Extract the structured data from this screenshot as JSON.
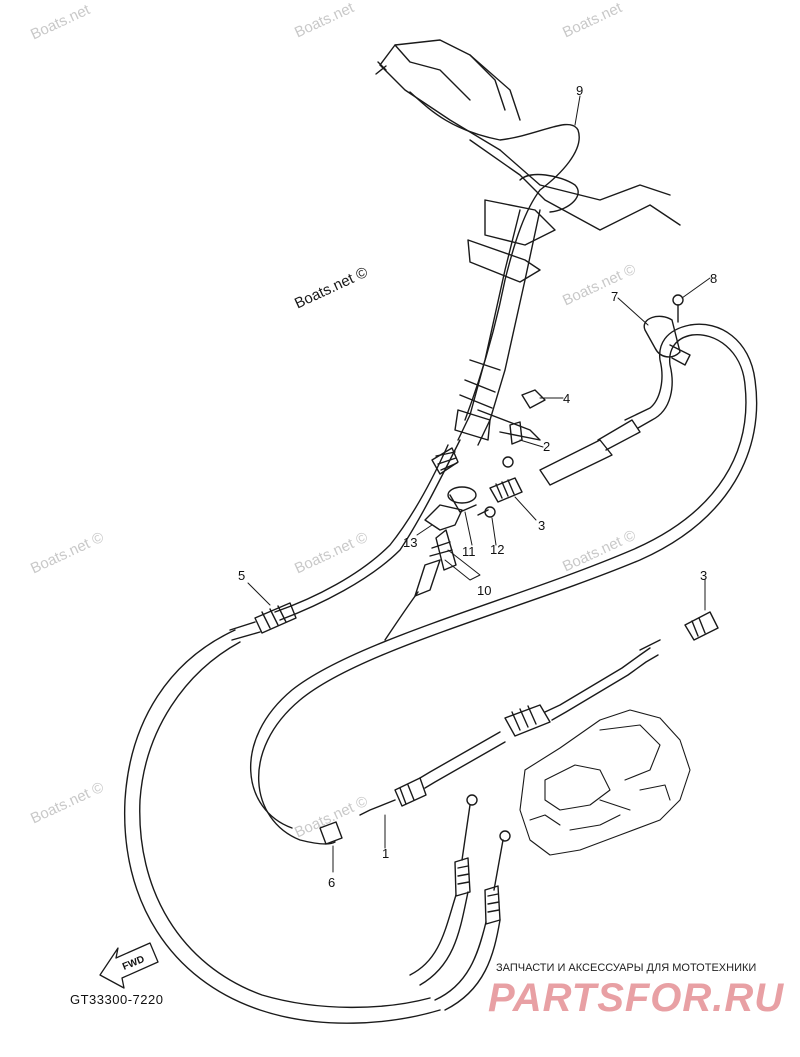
{
  "watermarks": {
    "top_left": "Boats.net",
    "top_center": "Boats.net",
    "top_right": "Boats.net",
    "center_dark": "Boats.net ©",
    "right_upper": "Boats.net ©",
    "left_mid": "Boats.net ©",
    "center_mid": "Boats.net ©",
    "right_mid": "Boats.net ©",
    "left_lower": "Boats.net ©",
    "center_lower": "Boats.net ©"
  },
  "callouts": {
    "c1": "1",
    "c2": "2",
    "c3a": "3",
    "c3b": "3",
    "c4": "4",
    "c5": "5",
    "c6": "6",
    "c7": "7",
    "c8": "8",
    "c9": "9",
    "c10": "10",
    "c11": "11",
    "c12": "12",
    "c13": "13"
  },
  "fwd_label": "FWD",
  "diagram_code": "GT33300-7220",
  "shop": {
    "tagline": "ЗАПЧАСТИ И АКСЕССУАРЫ ДЛЯ МОТОТЕХНИКИ",
    "logo": "PARTSFOR.RU"
  },
  "colors": {
    "line": "#1a1a1a",
    "watermark": "#c9c9c9",
    "logo": "#e8a0a4"
  }
}
